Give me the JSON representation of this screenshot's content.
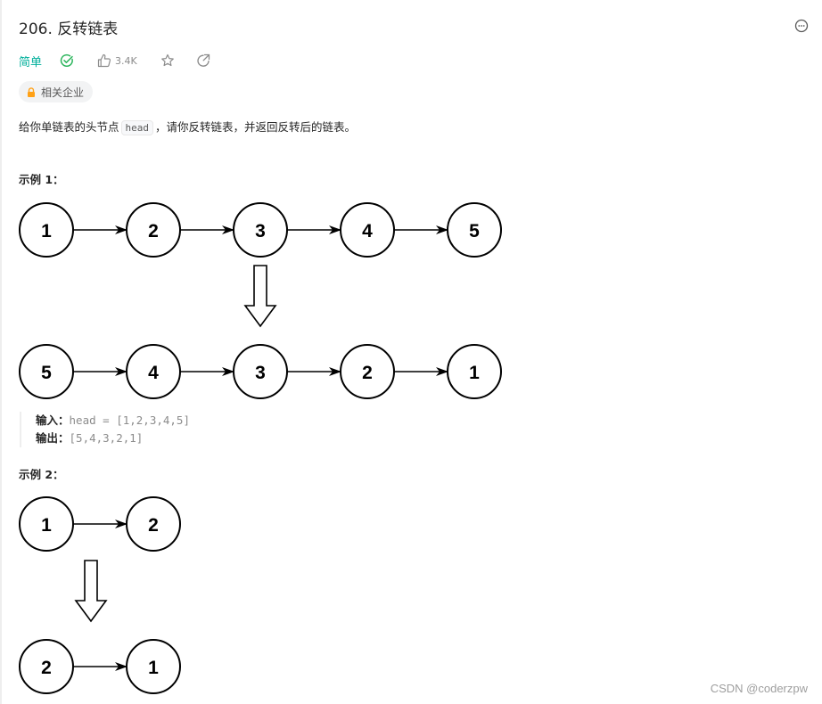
{
  "problem": {
    "title": "206. 反转链表",
    "difficulty": "简单",
    "like_count": "3.4K",
    "company_tag": "相关企业",
    "description": {
      "before": "给你单链表的头节点",
      "code": "head",
      "after": "，请你反转链表，并返回反转后的链表。"
    }
  },
  "icons": {
    "more": "more-horizontal-icon",
    "solved": "check-circle-icon",
    "like": "thumbs-up-icon",
    "favorite": "star-icon",
    "share": "share-icon",
    "lock": "lock-icon"
  },
  "colors": {
    "difficulty_easy": "#00af9b",
    "solved": "#2db55d",
    "lock": "#ffa116",
    "muted": "#8c8c8c"
  },
  "examples": [
    {
      "heading": "示例 1：",
      "input_nodes": [
        "1",
        "2",
        "3",
        "4",
        "5"
      ],
      "output_nodes": [
        "5",
        "4",
        "3",
        "2",
        "1"
      ],
      "input_label": "输入：",
      "input_value": "head = [1,2,3,4,5]",
      "output_label": "输出：",
      "output_value": "[5,4,3,2,1]"
    },
    {
      "heading": "示例 2：",
      "input_nodes": [
        "1",
        "2"
      ],
      "output_nodes": [
        "2",
        "1"
      ]
    }
  ],
  "watermark": "CSDN @coderzpw"
}
